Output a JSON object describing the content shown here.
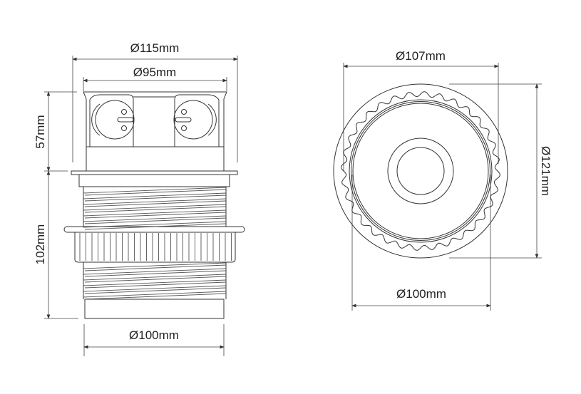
{
  "side_view": {
    "dim_outer_top": "Ø115mm",
    "dim_top_body": "Ø95mm",
    "dim_height_top": "57mm",
    "dim_height_bottom": "102mm",
    "dim_base": "Ø100mm"
  },
  "top_view": {
    "dim_inner": "Ø107mm",
    "dim_outer": "Ø121mm",
    "dim_base": "Ø100mm"
  },
  "colors": {
    "line": "#333333",
    "background": "#ffffff"
  }
}
